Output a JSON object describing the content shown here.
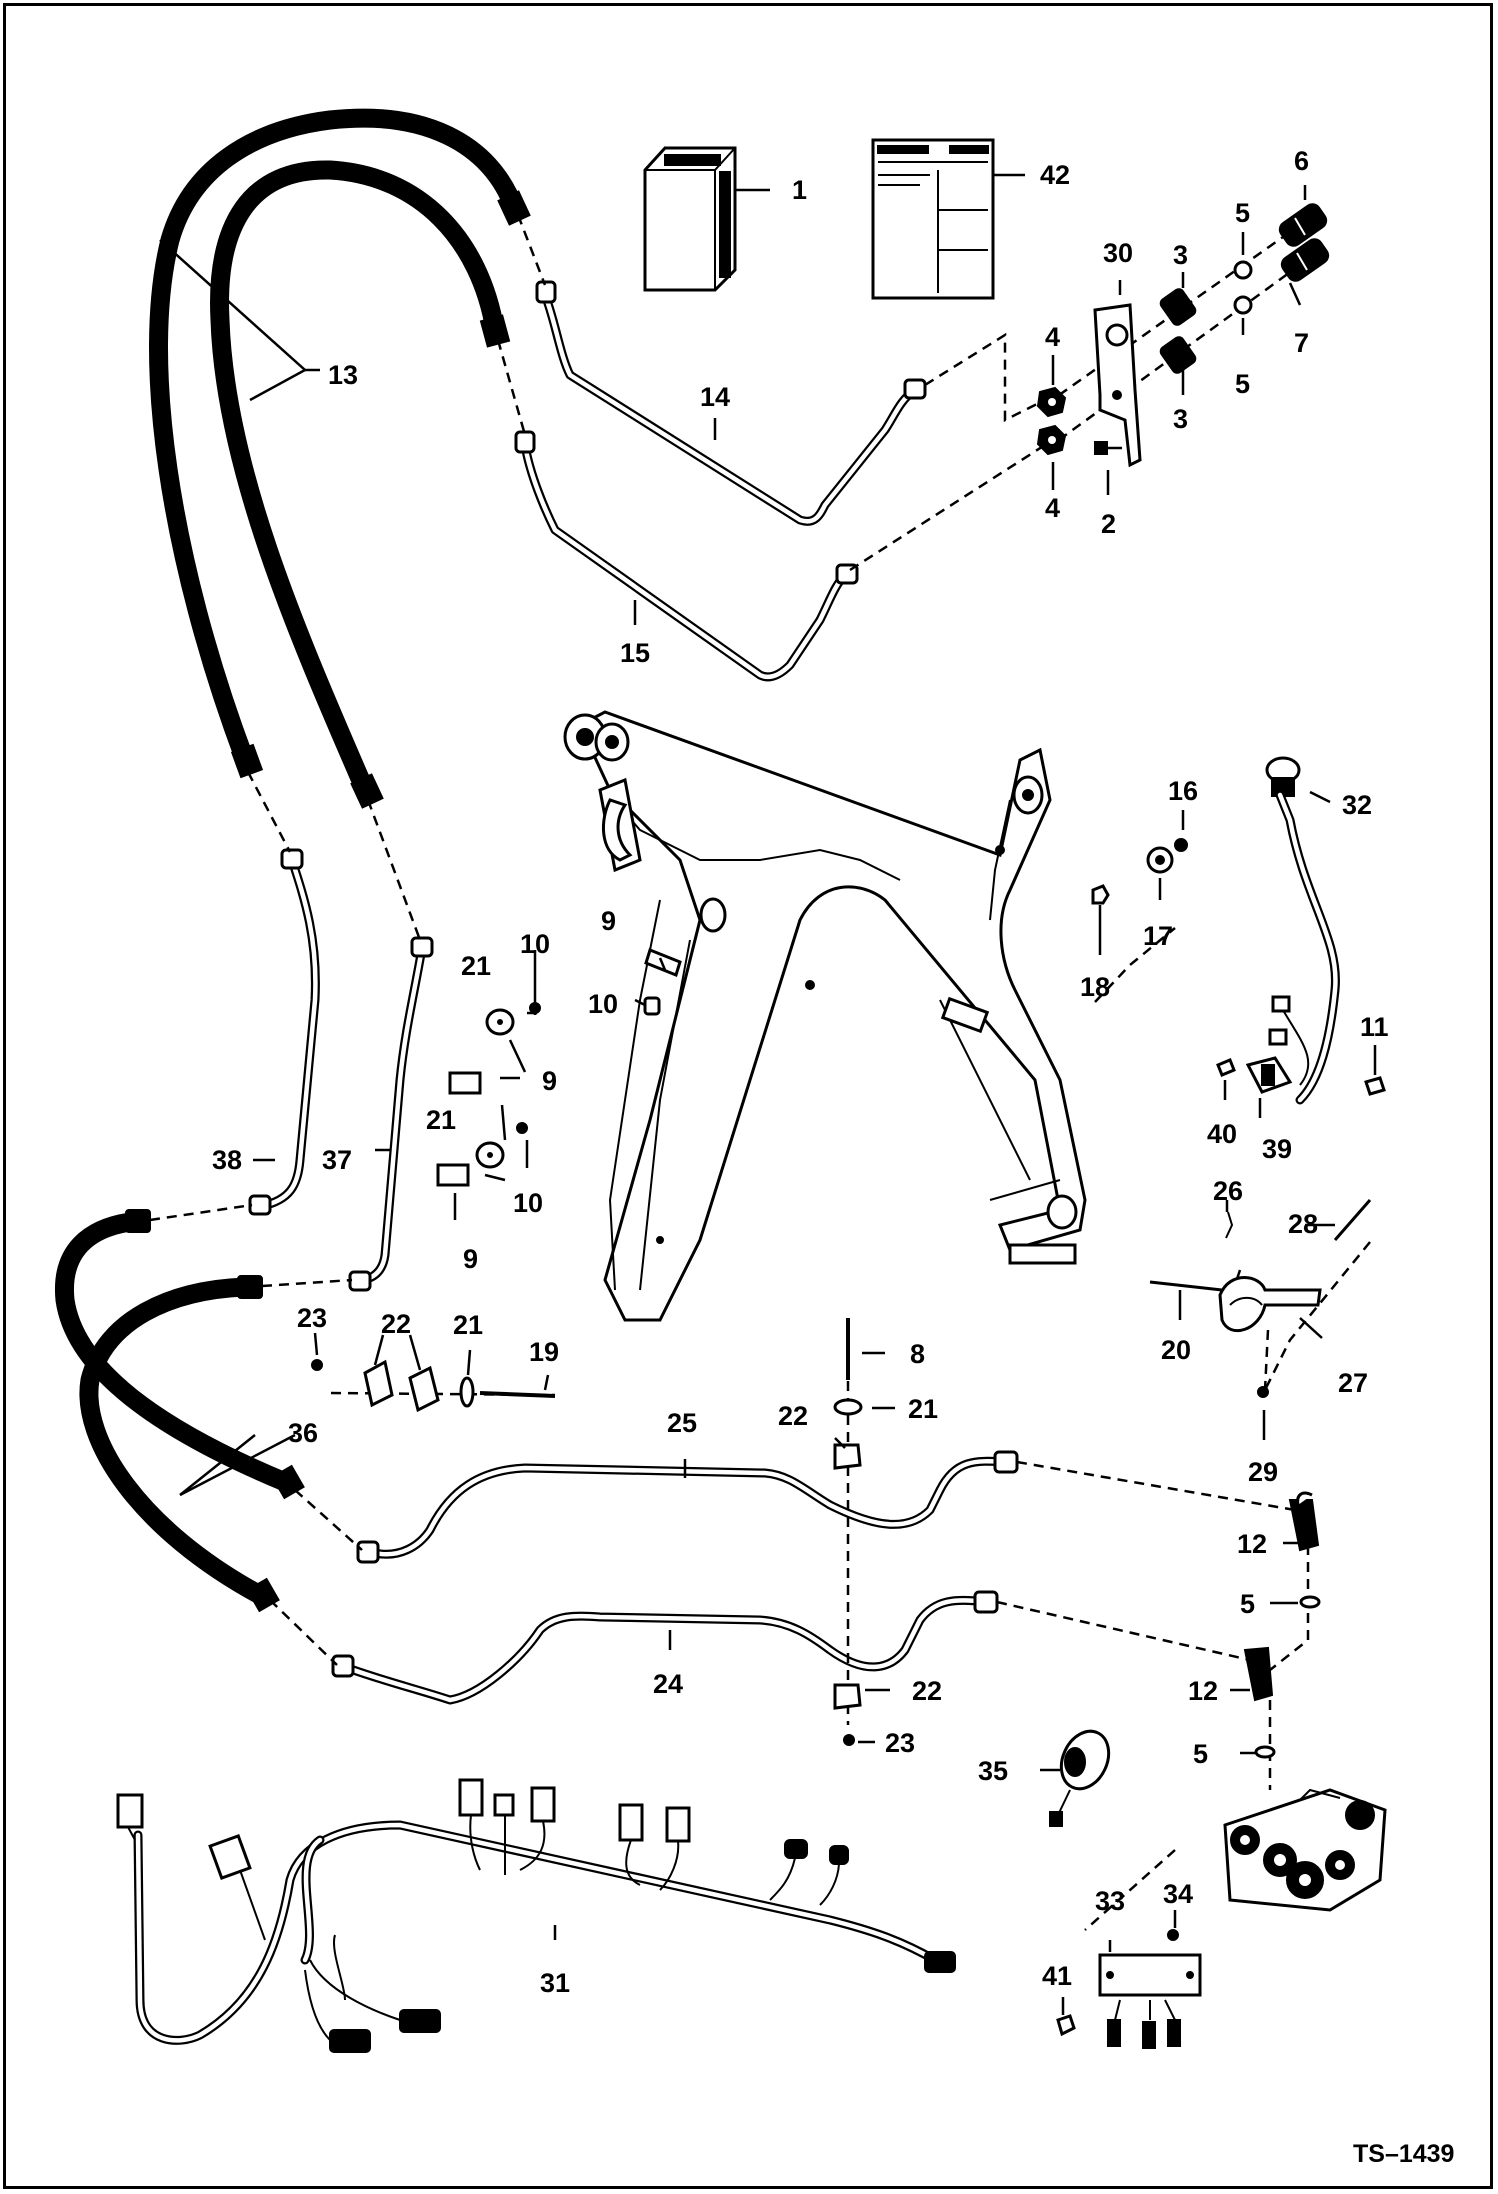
{
  "diagram": {
    "figure_id": "TS–1439",
    "callouts": {
      "c1": "1",
      "c42": "42",
      "c6": "6",
      "c5a": "5",
      "c30": "30",
      "c3a": "3",
      "c13": "13",
      "c4a": "4",
      "c7": "7",
      "c5b": "5",
      "c14": "14",
      "c3b": "3",
      "c4b": "4",
      "c2": "2",
      "c15": "15",
      "c16": "16",
      "c32": "32",
      "c17": "17",
      "c18": "18",
      "c9a": "9",
      "c10a": "10",
      "c21a": "21",
      "c10b": "10",
      "c11": "11",
      "c9b": "9",
      "c40": "40",
      "c39": "39",
      "c38": "38",
      "c37": "37",
      "c21b": "21",
      "c10c": "10",
      "c26": "26",
      "c9c": "9",
      "c28": "28",
      "c22a": "22",
      "c23a": "23",
      "c21c": "21",
      "c19": "19",
      "c8": "8",
      "c20": "20",
      "c27": "27",
      "c22b": "22",
      "c21d": "21",
      "c25": "25",
      "c36": "36",
      "c29": "29",
      "c12a": "12",
      "c5c": "5",
      "c24": "24",
      "c12b": "12",
      "c22c": "22",
      "c23b": "23",
      "c5d": "5",
      "c35": "35",
      "c34": "34",
      "c33": "33",
      "c31": "31",
      "c41": "41"
    }
  }
}
